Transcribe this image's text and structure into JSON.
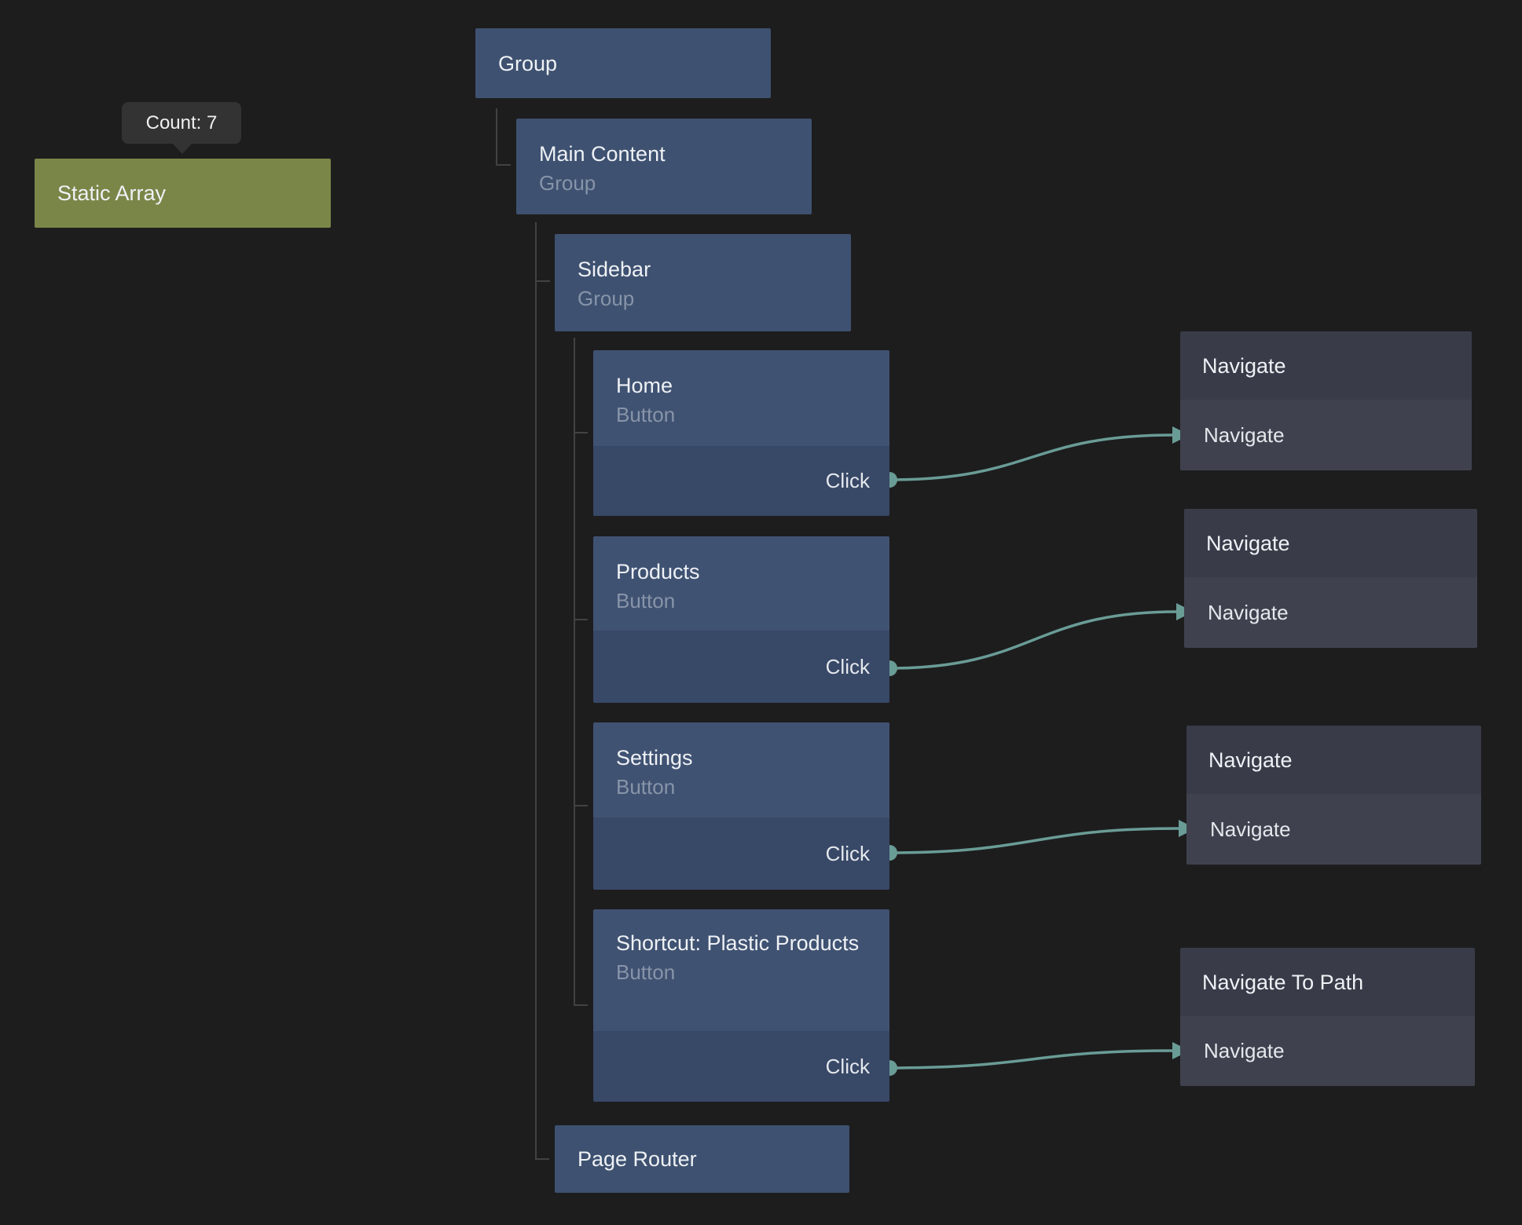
{
  "tooltip": {
    "text": "Count: 7"
  },
  "nodes": {
    "static_array": {
      "title": "Static Array"
    },
    "group": {
      "title": "Group"
    },
    "main_content": {
      "title": "Main Content",
      "subtitle": "Group"
    },
    "sidebar": {
      "title": "Sidebar",
      "subtitle": "Group"
    },
    "home": {
      "title": "Home",
      "subtitle": "Button",
      "output": "Click"
    },
    "products": {
      "title": "Products",
      "subtitle": "Button",
      "output": "Click"
    },
    "settings": {
      "title": "Settings",
      "subtitle": "Button",
      "output": "Click"
    },
    "shortcut": {
      "title": "Shortcut: Plastic Products",
      "subtitle": "Button",
      "output": "Click"
    },
    "page_router": {
      "title": "Page Router"
    },
    "navigate_1": {
      "title": "Navigate",
      "input": "Navigate"
    },
    "navigate_2": {
      "title": "Navigate",
      "input": "Navigate"
    },
    "navigate_3": {
      "title": "Navigate",
      "input": "Navigate"
    },
    "navigate_to_path": {
      "title": "Navigate To Path",
      "input": "Navigate"
    }
  },
  "colors": {
    "background": "#1d1d1e",
    "group_node": "#3e5170",
    "button_node_header": "#405272",
    "button_node_ports": "#384867",
    "array_node": "#7a8648",
    "navigate_node_header": "#393c48",
    "navigate_node_body": "#3f424e",
    "connection_teal": "#6a9c96",
    "tree_line": "#424242",
    "tooltip_bg": "#333333"
  }
}
